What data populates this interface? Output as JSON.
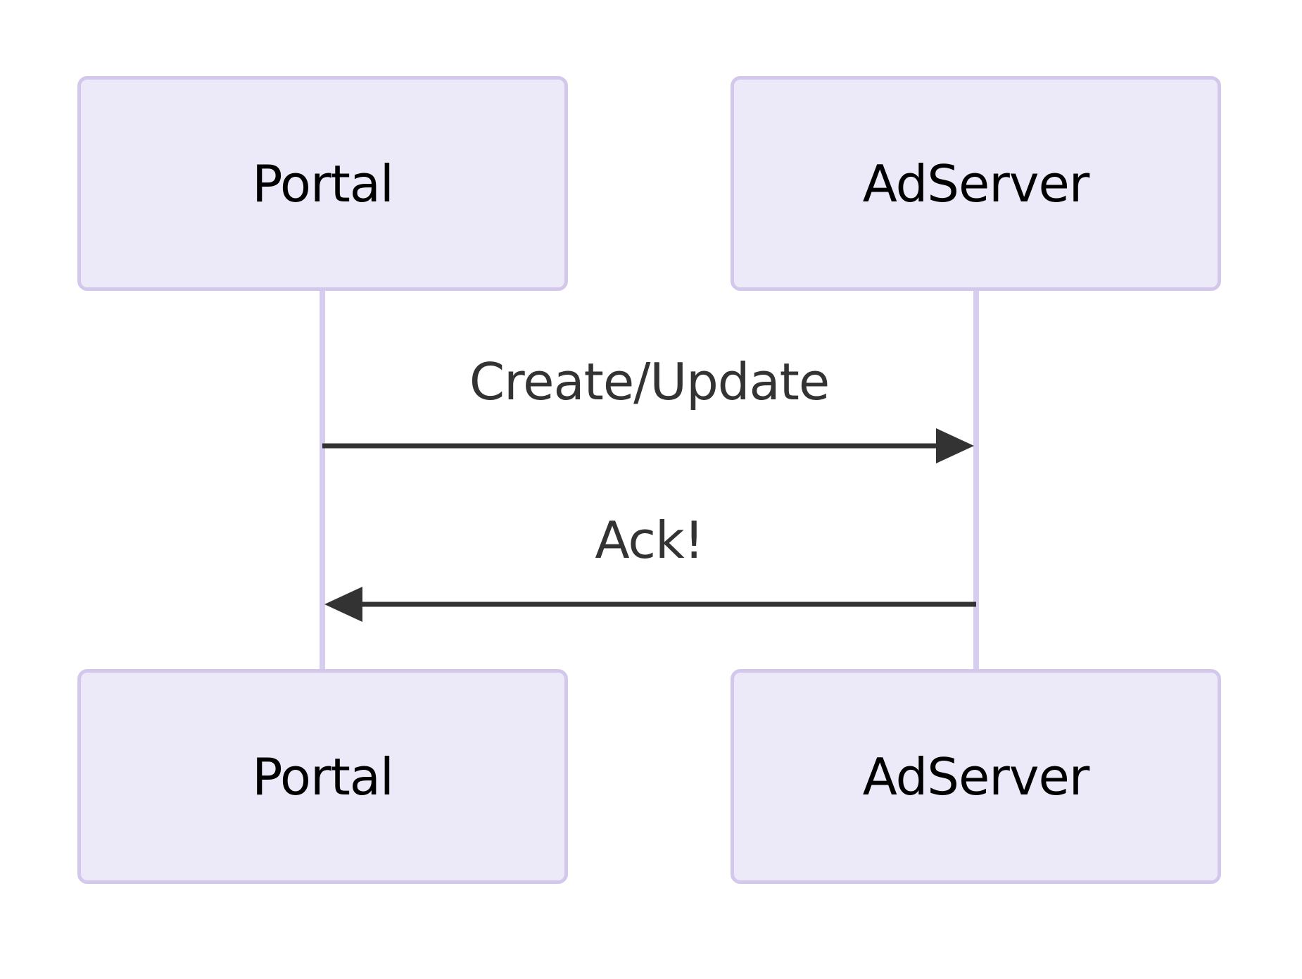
{
  "diagram": {
    "type": "sequence",
    "actors": [
      {
        "id": "portal",
        "label": "Portal"
      },
      {
        "id": "adserver",
        "label": "AdServer"
      }
    ],
    "messages": [
      {
        "from": "portal",
        "to": "adserver",
        "label": "Create/Update",
        "direction": "right",
        "line_style": "solid",
        "arrowhead": "filled-triangle"
      },
      {
        "from": "adserver",
        "to": "portal",
        "label": "Ack!",
        "direction": "left",
        "line_style": "solid",
        "arrowhead": "filled-triangle"
      }
    ],
    "colors": {
      "background": "#FFFFFF",
      "actor_fill": "#ECE9F8",
      "actor_border": "#D3C8EB",
      "actor_text": "#000000",
      "lifeline": "#D7CDF0",
      "arrow": "#333333",
      "message_text": "#333333"
    }
  }
}
